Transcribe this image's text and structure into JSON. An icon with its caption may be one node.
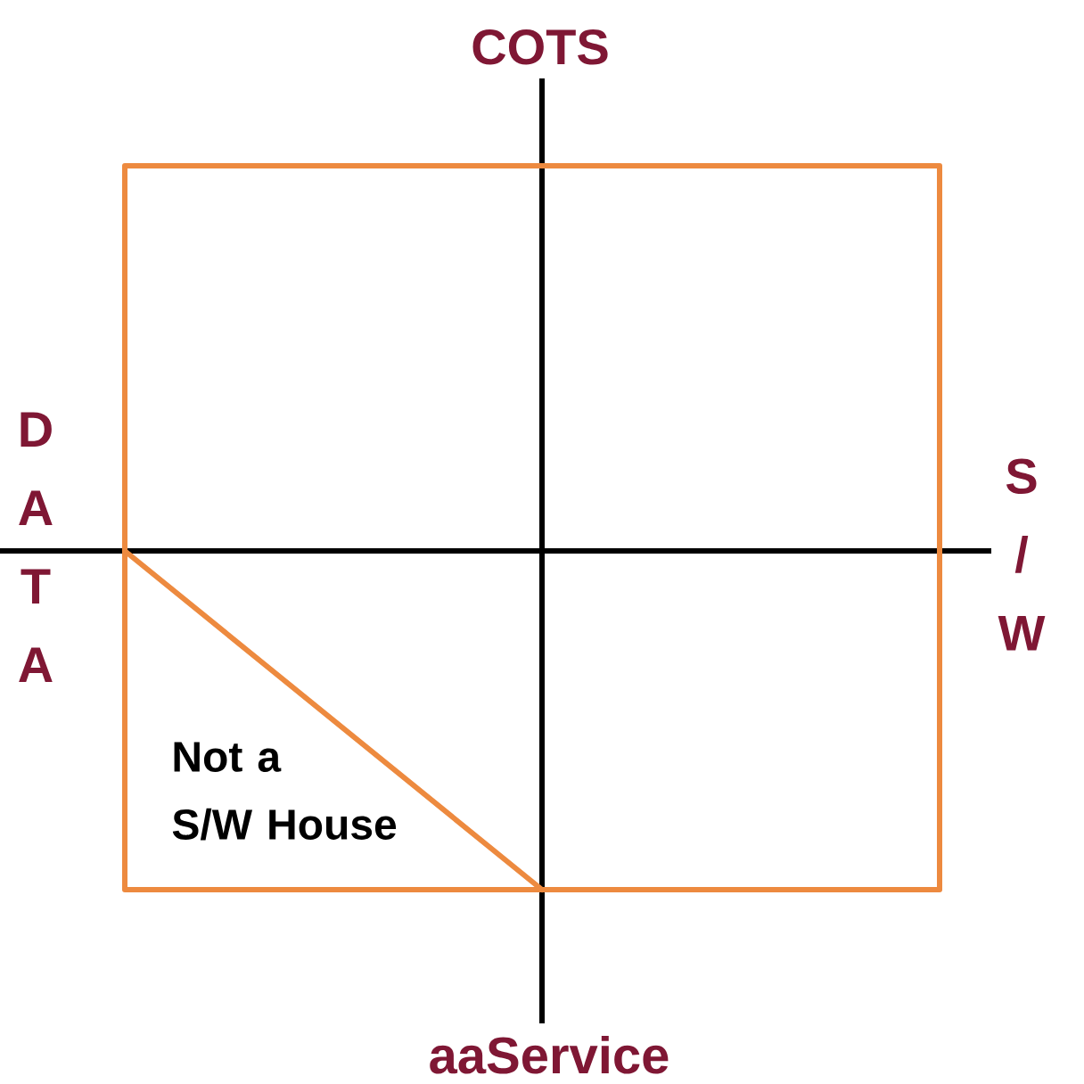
{
  "diagram": {
    "nodes": [
      {
        "text": [
          "Not a S/W House"
        ]
      }
    ],
    "labels": [
      "COTS",
      "D A T A",
      "S / W",
      "aaService"
    ]
  }
}
